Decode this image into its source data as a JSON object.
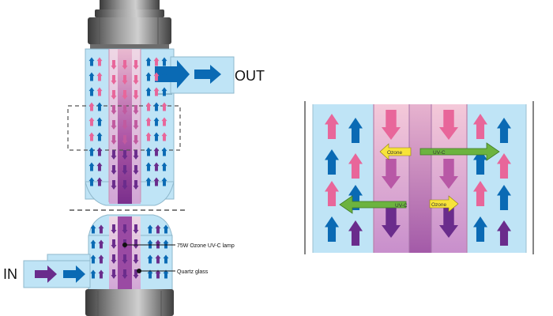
{
  "labels": {
    "out": "OUT",
    "in": "IN",
    "lamp": "75W Ozone UV-C lamp",
    "quartz": "Quartz glass"
  },
  "detail_tags": {
    "ozone_upper": "Ozone",
    "uvc_upper": "UV-C",
    "uvc_lower": "UV-C",
    "ozone_lower": "Ozone"
  },
  "colors": {
    "water": "#bfe4f6",
    "water_edge": "#8fb8cc",
    "quartz": "#f3c8d8",
    "lamp": "#8b3e96",
    "lamp_light": "#c26fb5",
    "flow_blue": "#0a6ab4",
    "flow_pink": "#e8669a",
    "flow_purple": "#6a2c8c",
    "cap_dark": "#4a4a4a",
    "cap_mid": "#8c8c8c",
    "ray_green": "#6cb33f",
    "tag_yellow": "#f7e33a"
  }
}
